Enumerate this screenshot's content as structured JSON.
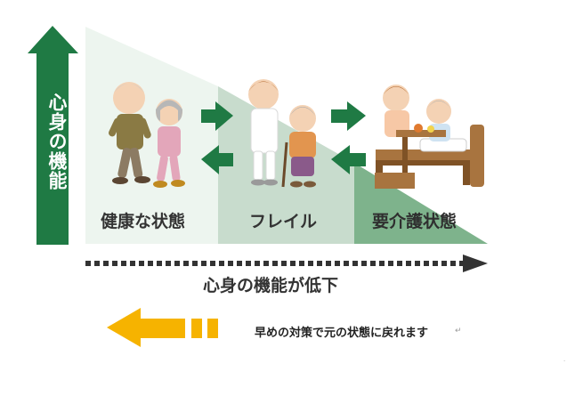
{
  "vertical_axis_label": "心身の機能",
  "stages": [
    {
      "label": "健康な状態"
    },
    {
      "label": "フレイル"
    },
    {
      "label": "要介護状態"
    }
  ],
  "horizontal_axis_label": "心身の機能が低下",
  "note": "早めの対策で元の状態に戻れます",
  "return_mark": "↵",
  "small_mark": ".",
  "colors": {
    "arrow_green": "#1f7a44",
    "stage1_bg": "#edf5ef",
    "stage2_bg": "#c7dccc",
    "stage3_bg": "#7db38c",
    "dotted_arrow": "#333333",
    "yellow_arrow": "#f6b300"
  }
}
